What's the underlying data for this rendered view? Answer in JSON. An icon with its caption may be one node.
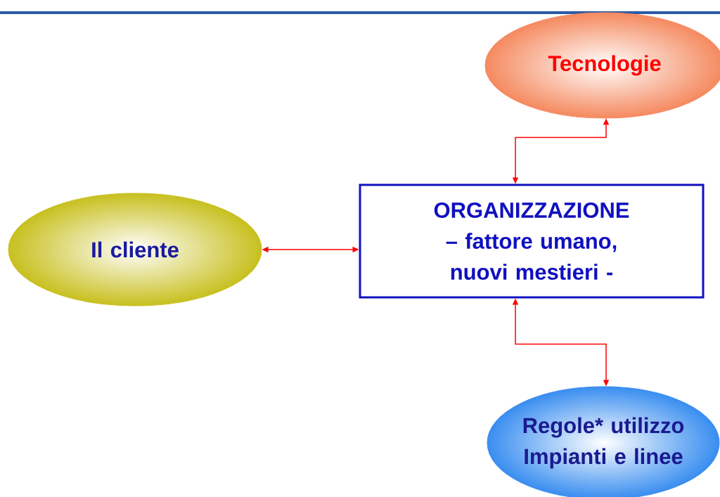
{
  "diagram": {
    "nodes": [
      {
        "text": [
          "Tecnologie"
        ]
      },
      {
        "text": [
          "Il cliente"
        ]
      },
      {
        "text": [
          "ORGANIZZAZIONE – fattore umano, nuovi mestieri -"
        ]
      },
      {
        "text": [
          "Regole* utilizzo Impianti e linee"
        ]
      }
    ],
    "edges": [
      {
        "from": 2,
        "to": 0,
        "arrow": "both"
      },
      {
        "from": 1,
        "to": 2,
        "arrow": "both"
      },
      {
        "from": 2,
        "to": 3,
        "arrow": "both"
      }
    ]
  }
}
